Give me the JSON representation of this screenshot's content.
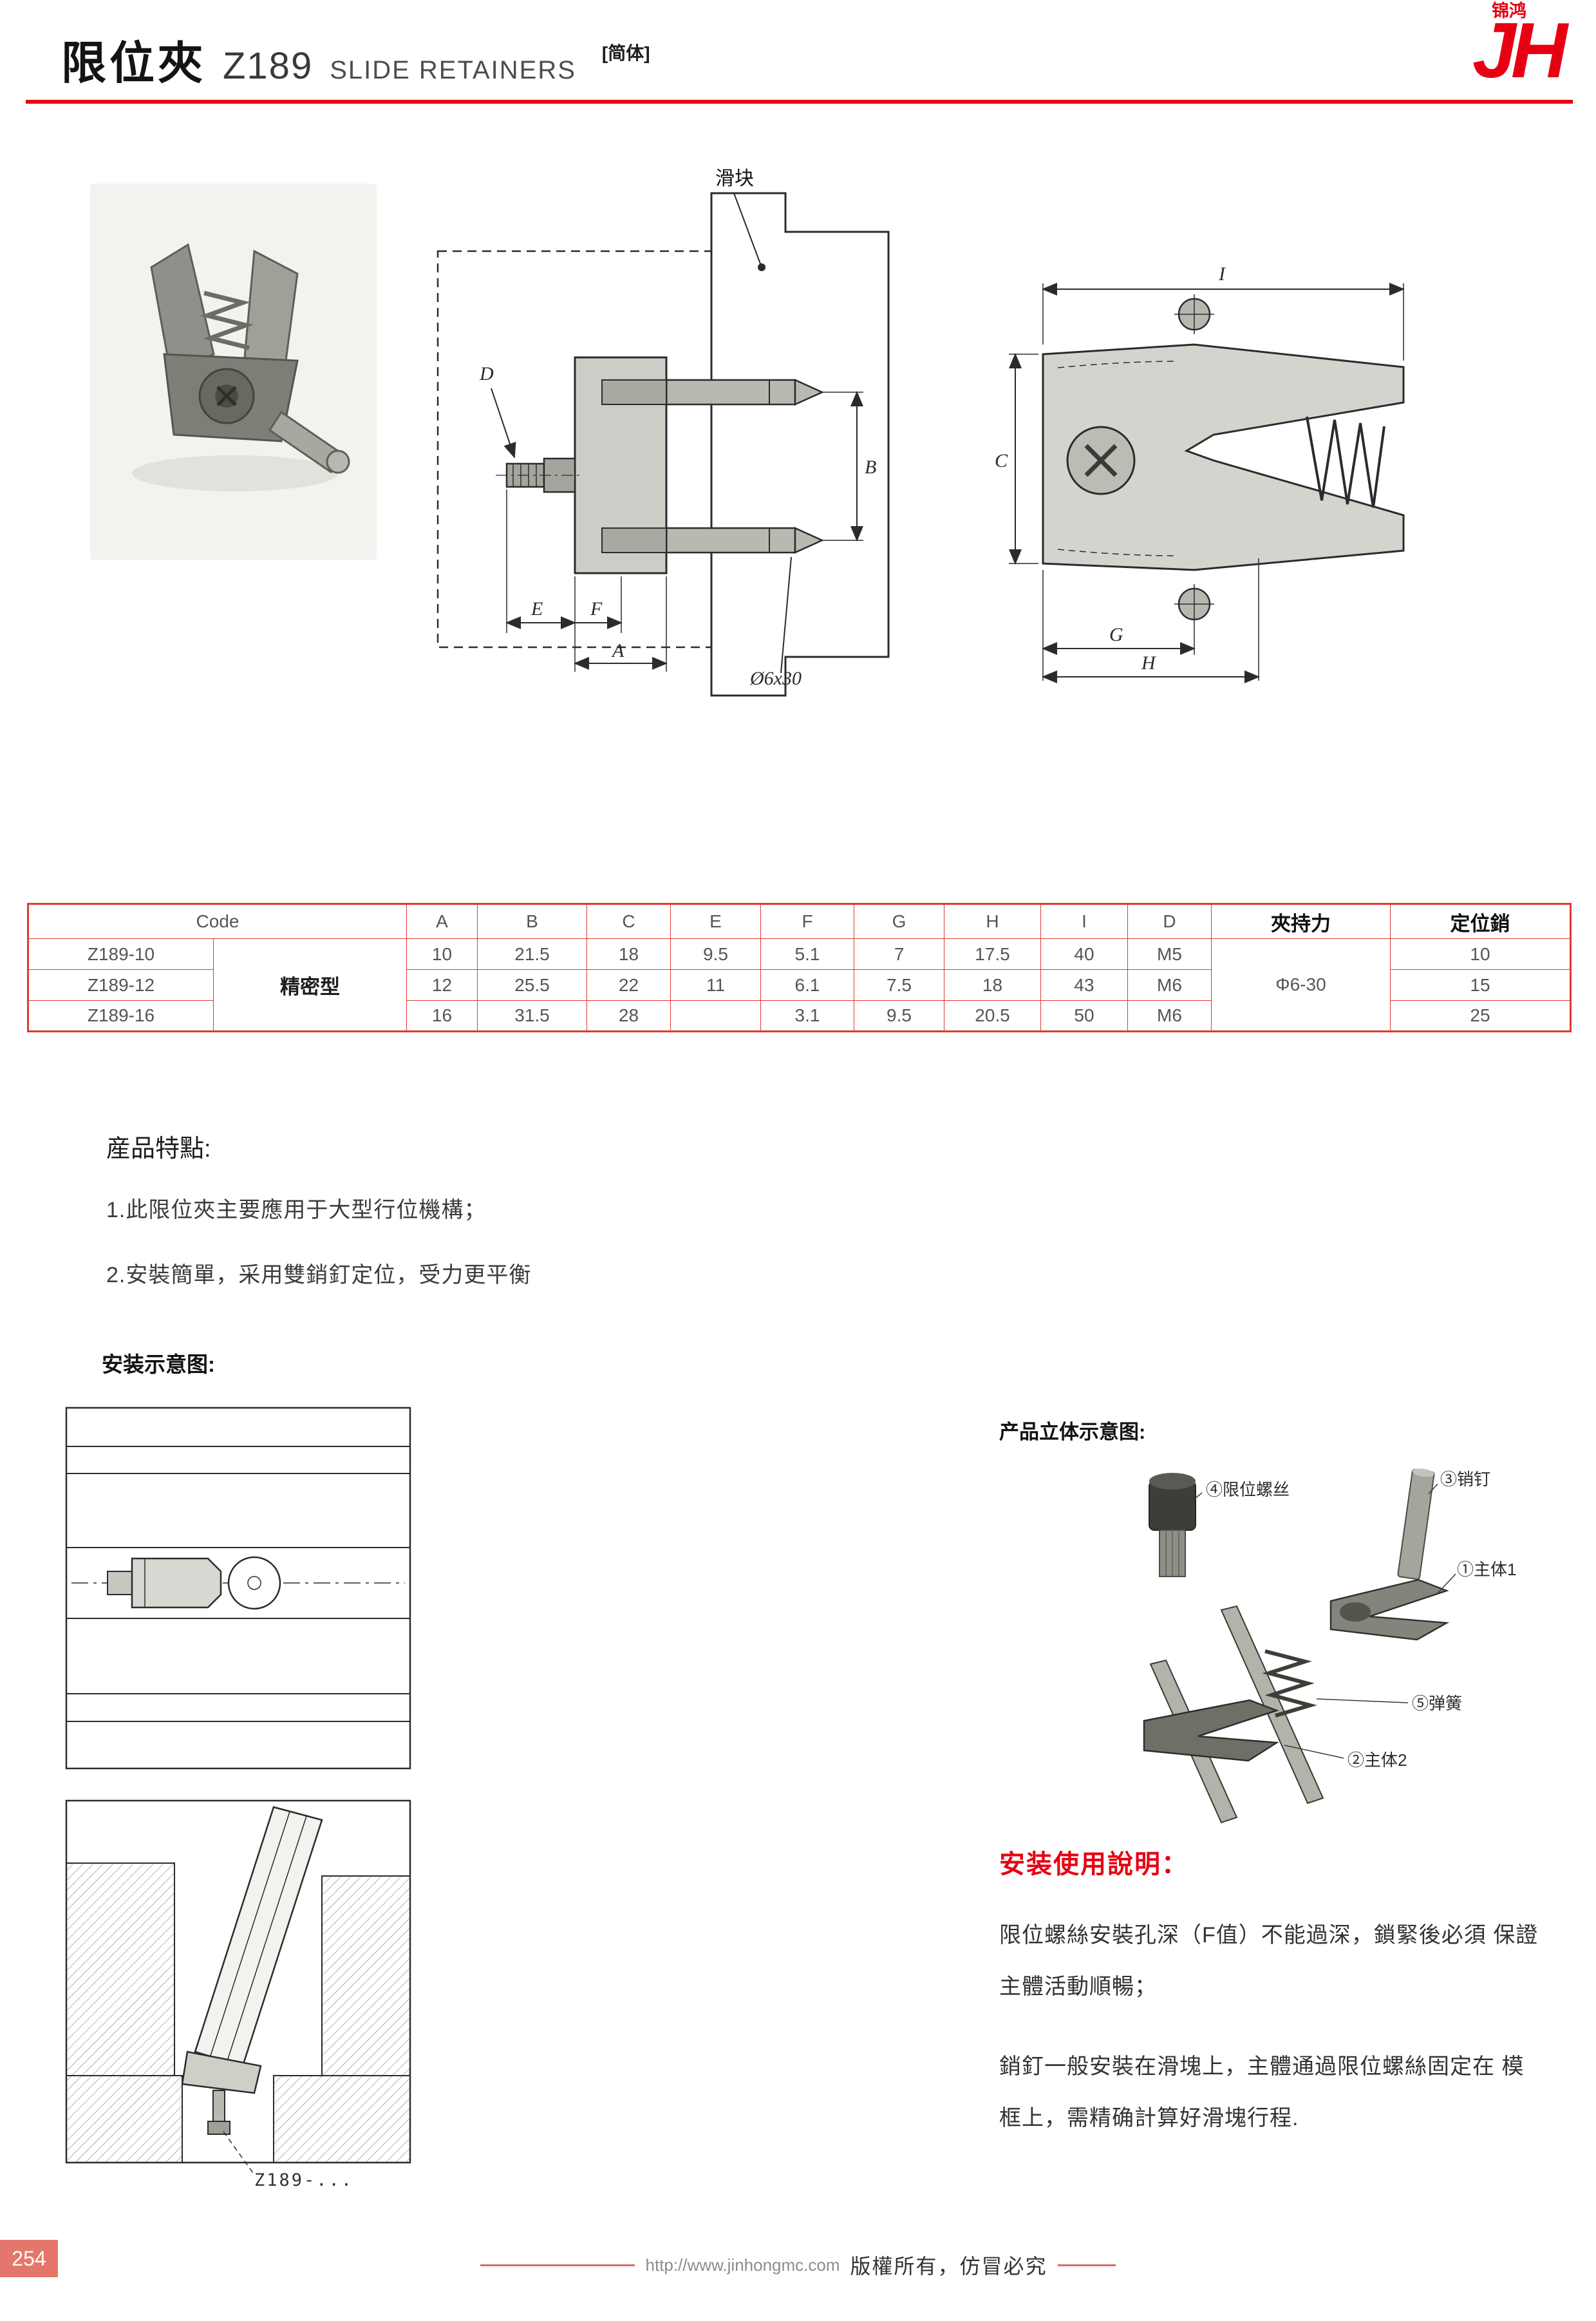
{
  "header": {
    "title_cn": "限位夾",
    "model": "Z189",
    "subtitle_en": "SLIDE RETAINERS",
    "lang_tag": "[简体]",
    "logo": {
      "brand_small": "锦鸿",
      "brand_big": "JH"
    }
  },
  "middle_drawing": {
    "slider_label": "滑块",
    "labels": {
      "d": "D",
      "e": "E",
      "f": "F",
      "a": "A",
      "b": "B",
      "dia": "Ø6x30"
    }
  },
  "side_drawing": {
    "labels": {
      "i": "I",
      "c": "C",
      "g": "G",
      "h": "H"
    }
  },
  "table": {
    "headers": [
      "Code",
      "A",
      "B",
      "C",
      "E",
      "F",
      "G",
      "H",
      "I",
      "D",
      "夾持力",
      "定位銷"
    ],
    "type_label": "精密型",
    "clamp_force": "Φ6-30",
    "rows": [
      [
        "Z189-10",
        "10",
        "21.5",
        "18",
        "9.5",
        "5.1",
        "7",
        "17.5",
        "40",
        "M5",
        "10"
      ],
      [
        "Z189-12",
        "12",
        "25.5",
        "22",
        "11",
        "6.1",
        "7.5",
        "18",
        "43",
        "M6",
        "15"
      ],
      [
        "Z189-16",
        "16",
        "31.5",
        "28",
        "",
        "3.1",
        "9.5",
        "20.5",
        "50",
        "M6",
        "25"
      ]
    ]
  },
  "features": {
    "title": "産品特點:",
    "items": [
      "1.此限位夾主要應用于大型行位機構；",
      "2.安裝簡單，采用雙銷釘定位，受力更平衡"
    ]
  },
  "install": {
    "title": "安装示意图:",
    "code_label": "Z189-..."
  },
  "exploded": {
    "title": "产品立体示意图:",
    "callouts": [
      "④限位螺丝",
      "③销钉",
      "①主体1",
      "⑤弹簧",
      "②主体2"
    ]
  },
  "instructions": {
    "title": "安装使用說明：",
    "p1": "限位螺絲安裝孔深（F值）不能過深，鎖緊後必須 保證主體活動順暢；",
    "p2": "銷釘一般安裝在滑塊上，主體通過限位螺絲固定在 模框上，需精确計算好滑塊行程."
  },
  "footer": {
    "page": "254",
    "url": "http://www.jinhongmc.com",
    "text": "版權所有，仿冒必究"
  }
}
